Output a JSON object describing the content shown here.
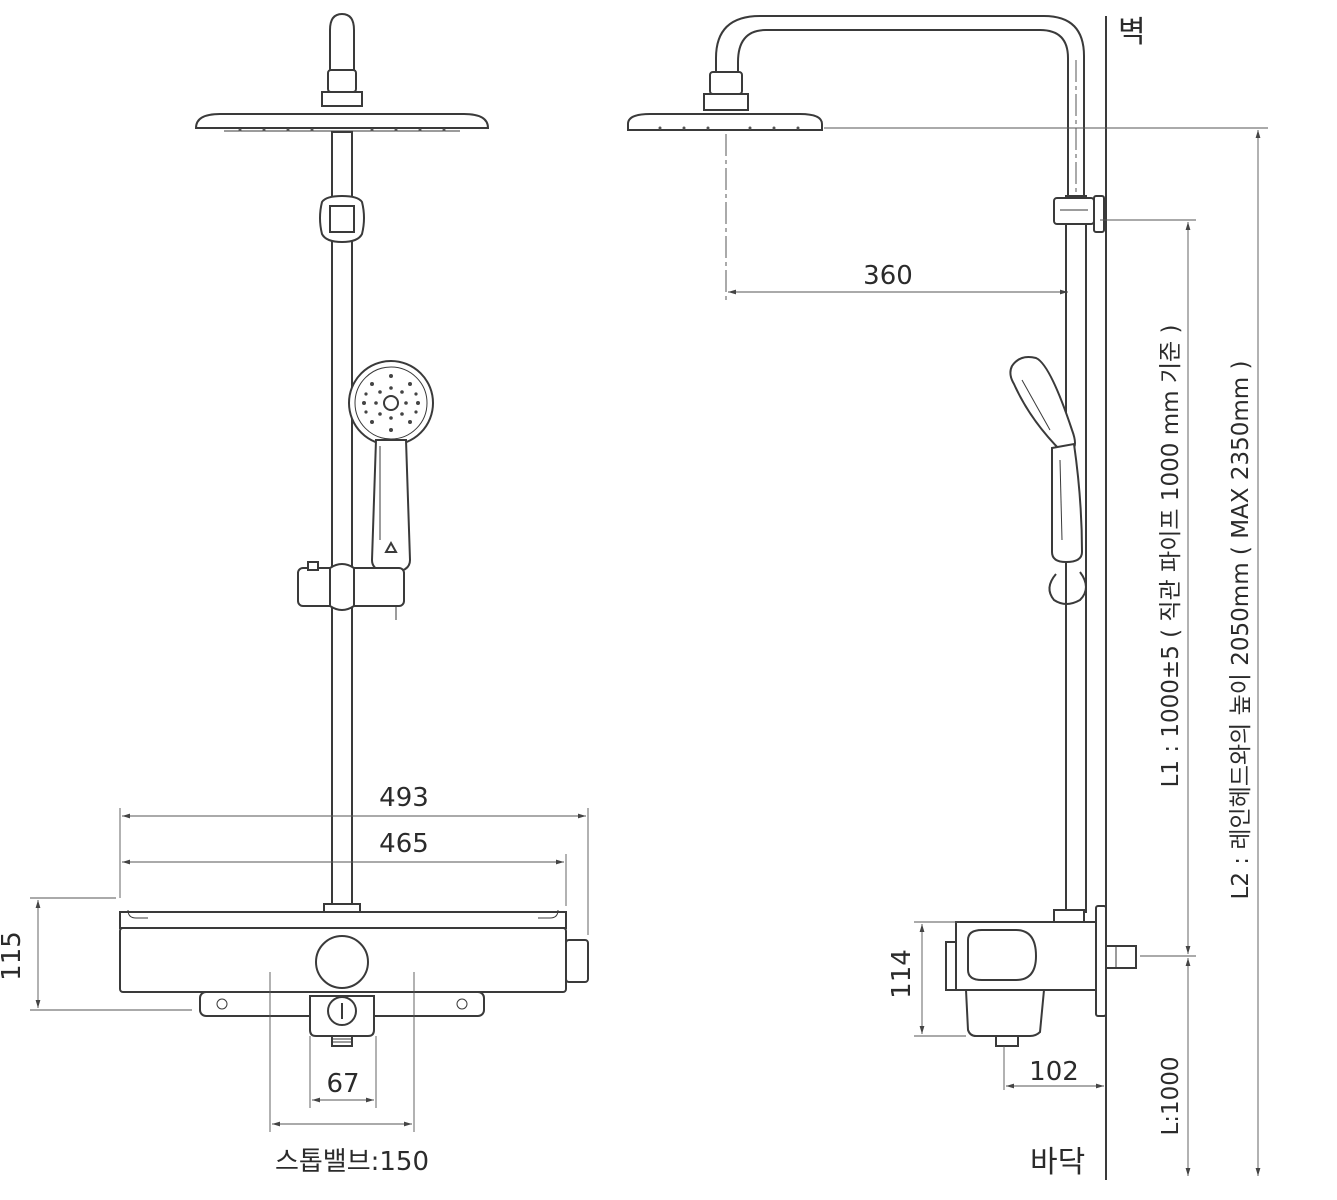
{
  "front_view": {
    "dim_493": "493",
    "dim_465": "465",
    "dim_115": "115",
    "dim_67": "67",
    "stop_valve": "스톱밸브:150"
  },
  "side_view": {
    "wall_label": "벽",
    "floor_label": "바닥",
    "dim_360": "360",
    "dim_114": "114",
    "dim_102": "102",
    "l1_label": "L1 : 1000±5 ( 직관 파이프 1000 mm 기준 )",
    "l0_label": "L:1000",
    "l2_label": "L2 : 레인헤드와의 높이 2050mm ( MAX 2350mm )"
  }
}
